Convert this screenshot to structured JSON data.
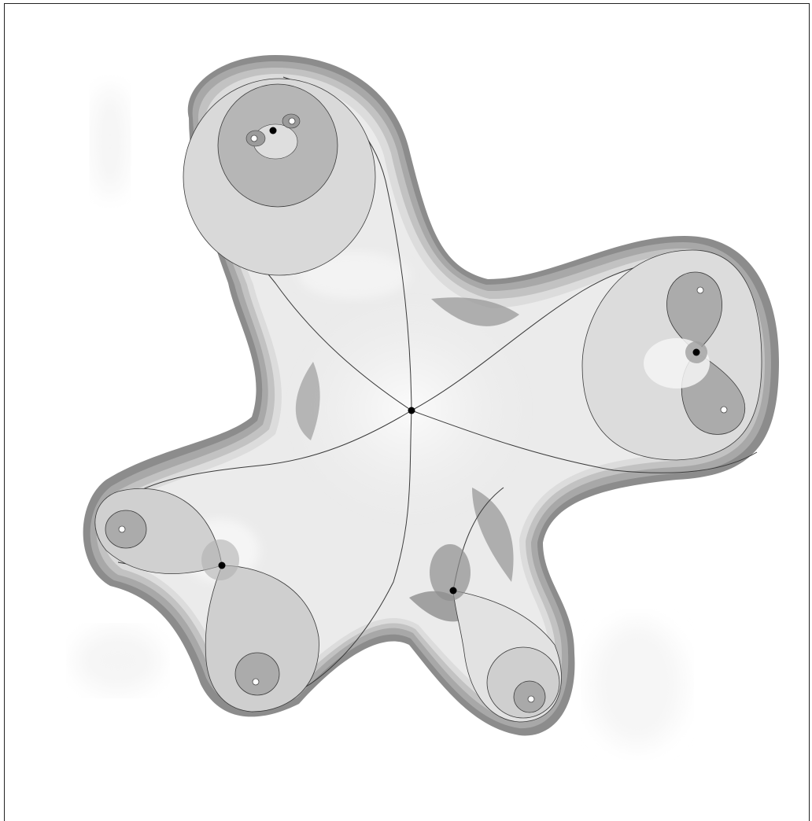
{
  "figure": {
    "type": "critical-point level-set diagram",
    "colors": {
      "background": "#ffffff",
      "outer_shadow": "#8c8c8c",
      "band_dark": "#a6a6a6",
      "band_mid": "#c4c4c4",
      "band_light": "#dddddd",
      "band_lighter": "#ebebeb",
      "highlight": "#f6f6f6",
      "stroke": "#3a3a3a",
      "point_black": "#000000",
      "point_white": "#ffffff"
    },
    "black_point_count": 5,
    "white_point_count": 7
  }
}
